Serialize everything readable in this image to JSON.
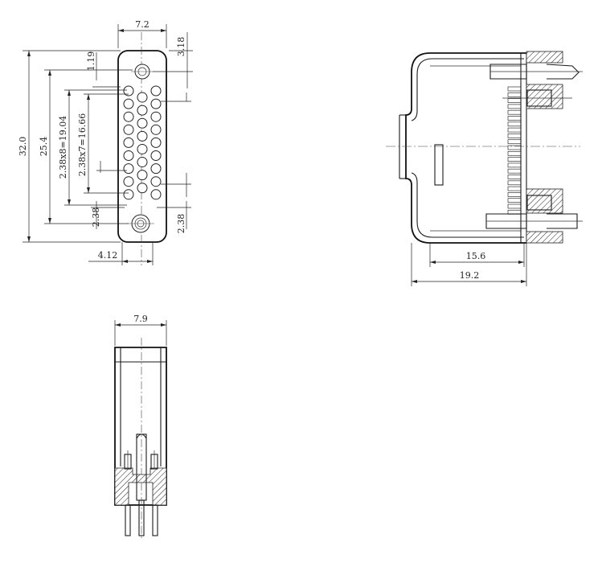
{
  "front_view": {
    "width": "7.2",
    "top_offset": "3.18",
    "top_hole_offset": "1.19",
    "overall_height": "32.0",
    "mount_spacing": "25.4",
    "pitch_9": "2.38x8=19.04",
    "pitch_8": "2.38x7=16.66",
    "bottom_left": "2.38",
    "bottom_right": "2.38",
    "center_offset": "4.12"
  },
  "side_view": {
    "depth_inner": "15.6",
    "depth_overall": "19.2"
  },
  "end_view": {
    "width": "7.9"
  }
}
